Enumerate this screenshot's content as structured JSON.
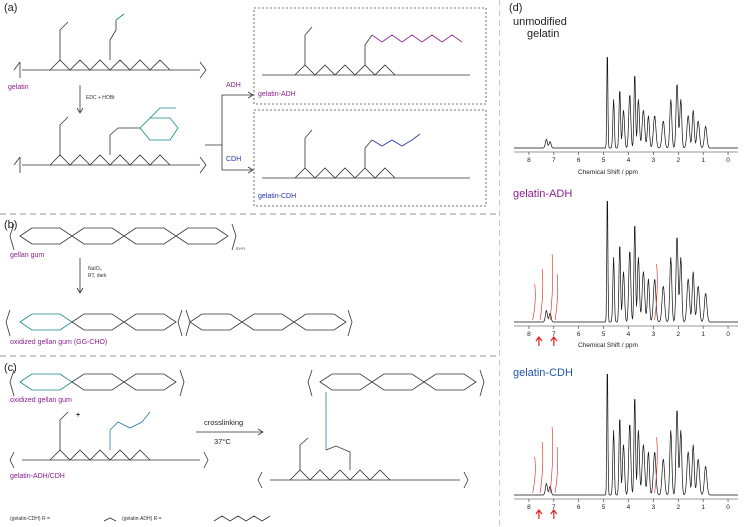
{
  "panels": {
    "a": {
      "label": "(a)",
      "gelatin": "gelatin",
      "reagent": "EDC + HOBt",
      "route_adh": "ADH",
      "route_cdh": "CDH",
      "product_adh": "gelatin-ADH",
      "product_cdh": "gelatin-CDH"
    },
    "b": {
      "label": "(b)",
      "gellan": "gellan gum",
      "reagent_line1": "NaIO₄",
      "reagent_line2": "RT, dark",
      "product": "oxidized gellan gum (GG-CHO)",
      "repeat": "m+n"
    },
    "c": {
      "label": "(c)",
      "reactant1": "oxidized gellan gum",
      "plus": "+",
      "reactant2": "gelatin-ADH/CDH",
      "arrow_top": "crosslinking",
      "arrow_bottom": "37°C",
      "legend_cdh": "(gelatin-CDH) R =",
      "legend_adh": "(gelatin-ADH) R ="
    },
    "d": {
      "label": "(d)",
      "spectra": [
        {
          "title_line1": "unmodified",
          "title_line2": "gelatin",
          "title_color": "#222222"
        },
        {
          "title_line1": "gelatin-ADH",
          "title_line2": "",
          "title_color": "#8b1f8e"
        },
        {
          "title_line1": "gelatin-CDH",
          "title_line2": "",
          "title_color": "#2255aa"
        }
      ],
      "x_ticks": [
        "8",
        "7",
        "6",
        "5",
        "4",
        "3",
        "2",
        "1",
        "0"
      ],
      "x_axis_title": "Chemical Shift / ppm"
    }
  },
  "colors": {
    "gelatin": "#8b1f8e",
    "cdh": "#2233aa",
    "modification": "#12888a",
    "nmr_highlight": "#e02020"
  }
}
